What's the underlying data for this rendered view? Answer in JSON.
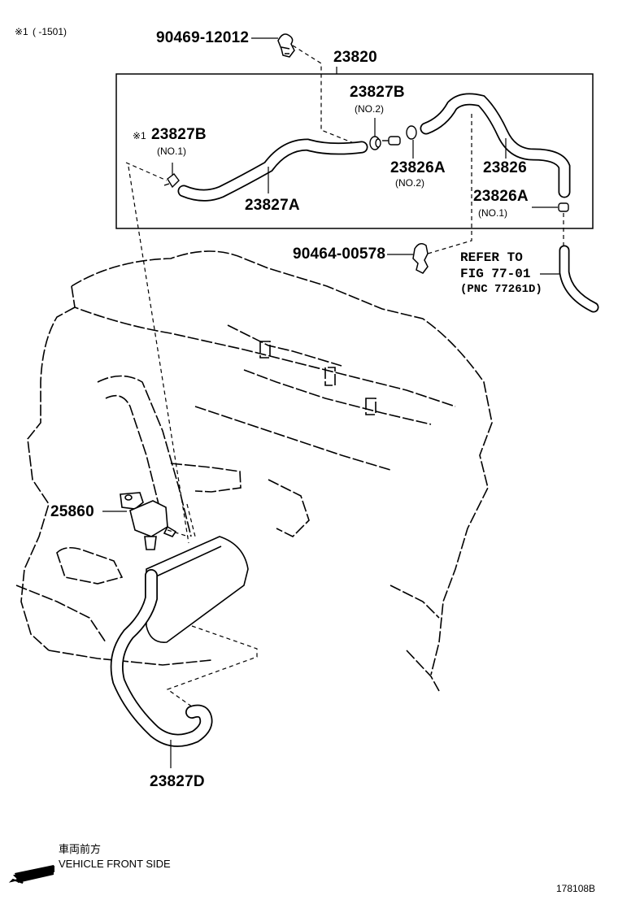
{
  "note": {
    "mark": "※1",
    "range": "(      -1501)"
  },
  "callouts": {
    "clip_top": "90469-12012",
    "assembly": "23820",
    "hose_b_no2": {
      "part": "23827B",
      "sub": "(NO.2)"
    },
    "hose_b_no1": {
      "mark": "※1",
      "part": "23827B",
      "sub": "(NO.1)"
    },
    "hose_a": "23827A",
    "joint_no2": {
      "part": "23826A",
      "sub": "(NO.2)"
    },
    "hose_main": "23826",
    "joint_no1": {
      "part": "23826A",
      "sub": "(NO.1)"
    },
    "clip_mid": "90464-00578",
    "reference": {
      "line1": "REFER TO",
      "line2": "FIG 77-01",
      "line3": "(PNC 77261D)"
    },
    "valve": "25860",
    "hose_d": "23827D"
  },
  "direction": {
    "jp": "車両前方",
    "en": "VEHICLE FRONT SIDE",
    "icon": "arrow-front-icon"
  },
  "figure_id": "178108B"
}
